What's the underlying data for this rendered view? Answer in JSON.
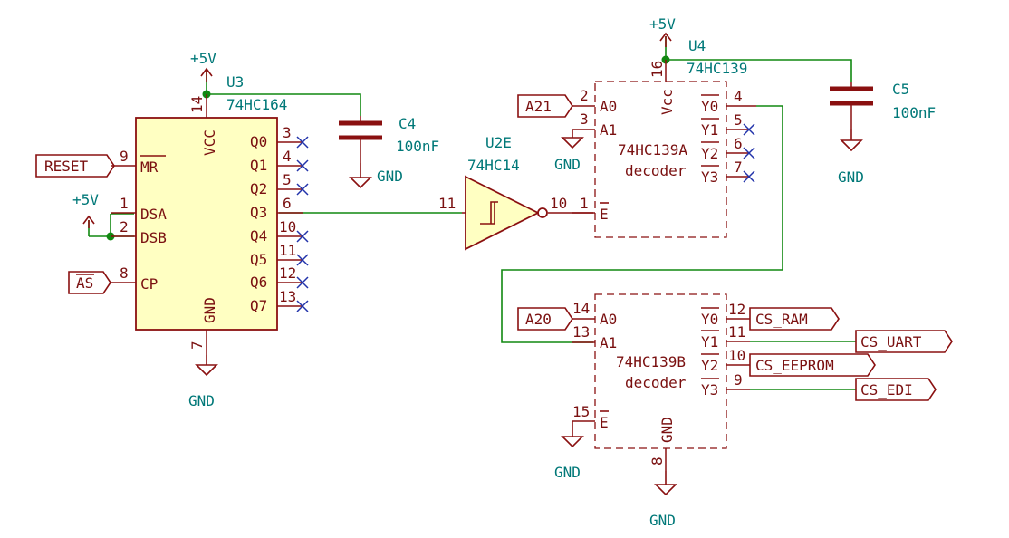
{
  "colors": {
    "wire": "#118811",
    "body": "#8a1010",
    "body_fill": "#ffffc2",
    "ref_text": "#007878",
    "pin_text": "#7a1010",
    "no_connect": "#2233aa"
  },
  "u3": {
    "ref": "U3",
    "value": "74HC164",
    "pins": {
      "mr": "MR",
      "dsa": "DSA",
      "dsb": "DSB",
      "cp": "CP",
      "vcc": "VCC",
      "gnd": "GND",
      "q0": "Q0",
      "q1": "Q1",
      "q2": "Q2",
      "q3": "Q3",
      "q4": "Q4",
      "q5": "Q5",
      "q6": "Q6",
      "q7": "Q7"
    },
    "nums": {
      "mr": "9",
      "dsa": "1",
      "dsb": "2",
      "cp": "8",
      "vcc": "14",
      "gnd": "7",
      "q0": "3",
      "q1": "4",
      "q2": "5",
      "q3": "6",
      "q4": "10",
      "q5": "11",
      "q6": "12",
      "q7": "13"
    }
  },
  "u2e": {
    "ref": "U2E",
    "value": "74HC14",
    "in_num": "11",
    "out_num": "10"
  },
  "u4a": {
    "ref": "U4",
    "value": "74HC139",
    "name": "74HC139A",
    "desc": "decoder",
    "vcc": "Vcc",
    "pins": {
      "a0": "A0",
      "a1": "A1",
      "e": "E",
      "y0": "Y0",
      "y1": "Y1",
      "y2": "Y2",
      "y3": "Y3"
    },
    "nums": {
      "a0": "2",
      "a1": "3",
      "e": "1",
      "vcc": "16",
      "y0": "4",
      "y1": "5",
      "y2": "6",
      "y3": "7"
    }
  },
  "u4b": {
    "name": "74HC139B",
    "desc": "decoder",
    "gnd": "GND",
    "pins": {
      "a0": "A0",
      "a1": "A1",
      "e": "E",
      "y0": "Y0",
      "y1": "Y1",
      "y2": "Y2",
      "y3": "Y3"
    },
    "nums": {
      "a0": "14",
      "a1": "13",
      "e": "15",
      "gnd": "8",
      "y0": "12",
      "y1": "11",
      "y2": "10",
      "y3": "9"
    }
  },
  "c4": {
    "ref": "C4",
    "value": "100nF"
  },
  "c5": {
    "ref": "C5",
    "value": "100nF"
  },
  "power": {
    "vcc": "+5V",
    "gnd": "GND"
  },
  "labels": {
    "reset": "RESET",
    "as": "AS",
    "a21": "A21",
    "a20": "A20",
    "cs_ram": "CS_RAM",
    "cs_uart": "CS_UART",
    "cs_eeprom": "CS_EEPROM",
    "cs_edi": "CS_EDI"
  }
}
